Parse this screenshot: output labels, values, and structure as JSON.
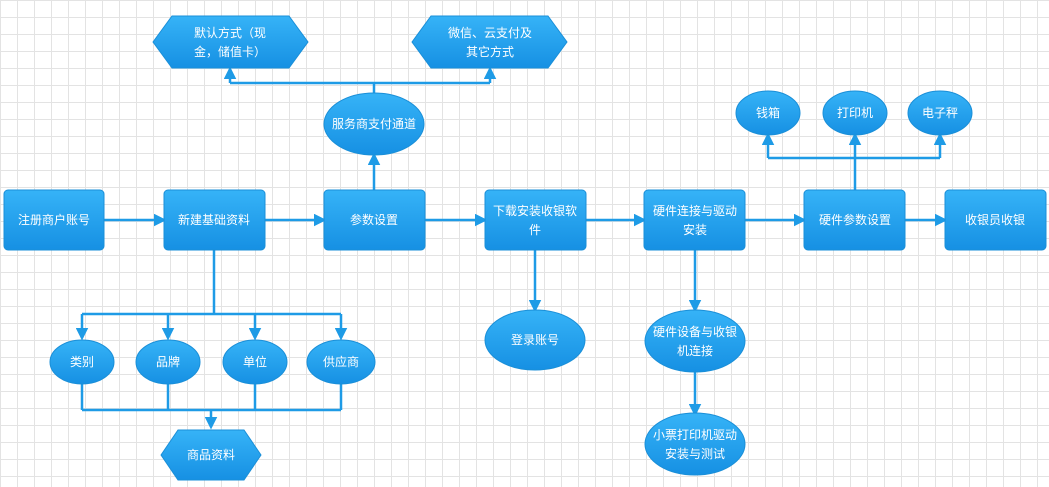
{
  "colors": {
    "node_fill_top": "#36b3f7",
    "node_fill_bottom": "#1690e3",
    "connector": "#1e9be6",
    "text": "#ffffff",
    "grid": "#e3e3e3"
  },
  "nodes": {
    "register": "注册商户账号",
    "new_base": "新建基础资料",
    "params": "参数设置",
    "download": [
      "下载安装收银软",
      "件"
    ],
    "hw_connect": [
      "硬件连接与驱动",
      "安装"
    ],
    "hw_params": "硬件参数设置",
    "cashier": "收银员收银",
    "pay_channel": "服务商支付通道",
    "pay_default": [
      "默认方式（现",
      "金，储值卡）"
    ],
    "pay_other": [
      "微信、云支付及",
      "其它方式"
    ],
    "category": "类别",
    "brand": "品牌",
    "unit": "单位",
    "supplier": "供应商",
    "goods": "商品资料",
    "login": "登录账号",
    "hw_device": [
      "硬件设备与收银",
      "机连接"
    ],
    "printer_test": [
      "小票打印机驱动",
      "安装与测试"
    ],
    "cash_box": "钱箱",
    "printer": "打印机",
    "scale": "电子秤"
  }
}
